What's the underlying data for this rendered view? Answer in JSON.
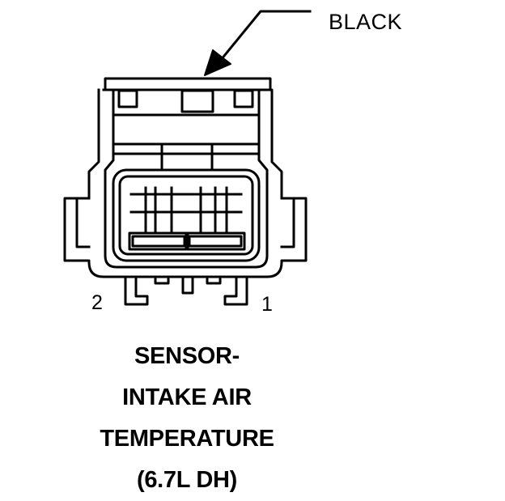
{
  "callout": {
    "color_label": "BLACK"
  },
  "pins": {
    "left": "2",
    "right": "1"
  },
  "title": {
    "lines": [
      "SENSOR-",
      "INTAKE AIR",
      "TEMPERATURE",
      "(6.7L DH)"
    ]
  },
  "colors": {
    "stroke": "#000000",
    "background": "#ffffff"
  }
}
